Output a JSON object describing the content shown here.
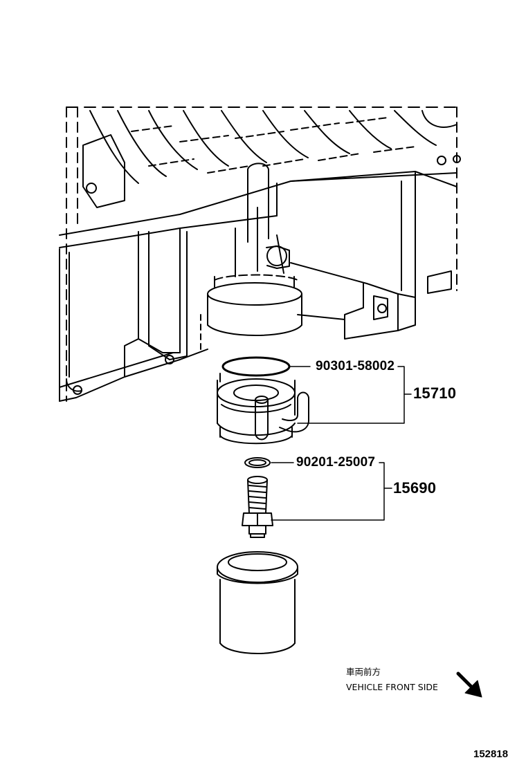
{
  "callouts": {
    "gasket_cooler": "90301-58002",
    "cooler_assy": "15710",
    "gasket_union": "90201-25007",
    "union_assy": "15690"
  },
  "direction_note": {
    "japanese": "車両前方",
    "english": "VEHICLE FRONT SIDE"
  },
  "figure_id": "152818"
}
